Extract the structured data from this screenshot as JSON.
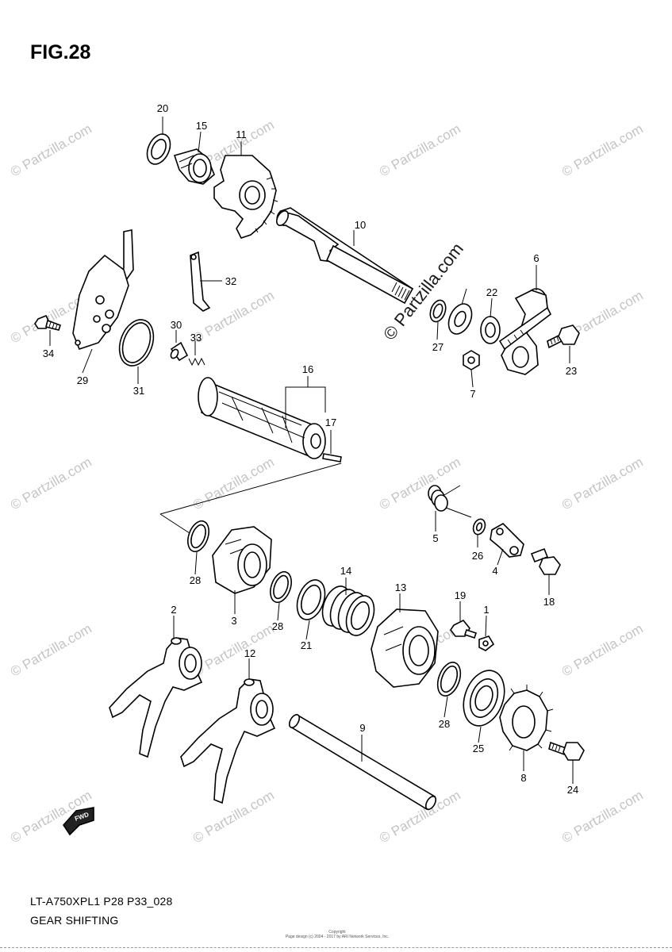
{
  "figure": {
    "title": "FIG.28",
    "caption_line1": "LT-A750XPL1 P28 P33_028",
    "caption_line2": "GEAR SHIFTING",
    "footer_copyright": "Copyright",
    "footer_line": "Page design (c) 2004 - 2017 by ARI Network Services, Inc.",
    "fwd_label": "FWD"
  },
  "watermark": {
    "text": "© Partzilla.com",
    "color": "#c4c4c4"
  },
  "parts": [
    {
      "id": "1"
    },
    {
      "id": "2"
    },
    {
      "id": "3"
    },
    {
      "id": "4"
    },
    {
      "id": "5"
    },
    {
      "id": "6"
    },
    {
      "id": "7"
    },
    {
      "id": "8"
    },
    {
      "id": "9"
    },
    {
      "id": "10"
    },
    {
      "id": "11"
    },
    {
      "id": "12"
    },
    {
      "id": "13"
    },
    {
      "id": "14"
    },
    {
      "id": "15"
    },
    {
      "id": "16"
    },
    {
      "id": "17"
    },
    {
      "id": "18"
    },
    {
      "id": "19"
    },
    {
      "id": "20"
    },
    {
      "id": "21"
    },
    {
      "id": "22"
    },
    {
      "id": "23"
    },
    {
      "id": "24"
    },
    {
      "id": "25"
    },
    {
      "id": "26"
    },
    {
      "id": "27"
    },
    {
      "id": "28a",
      "label": "28"
    },
    {
      "id": "28b",
      "label": "28"
    },
    {
      "id": "28c",
      "label": "28"
    },
    {
      "id": "29"
    },
    {
      "id": "30"
    },
    {
      "id": "31"
    },
    {
      "id": "32"
    },
    {
      "id": "33"
    },
    {
      "id": "34"
    }
  ]
}
